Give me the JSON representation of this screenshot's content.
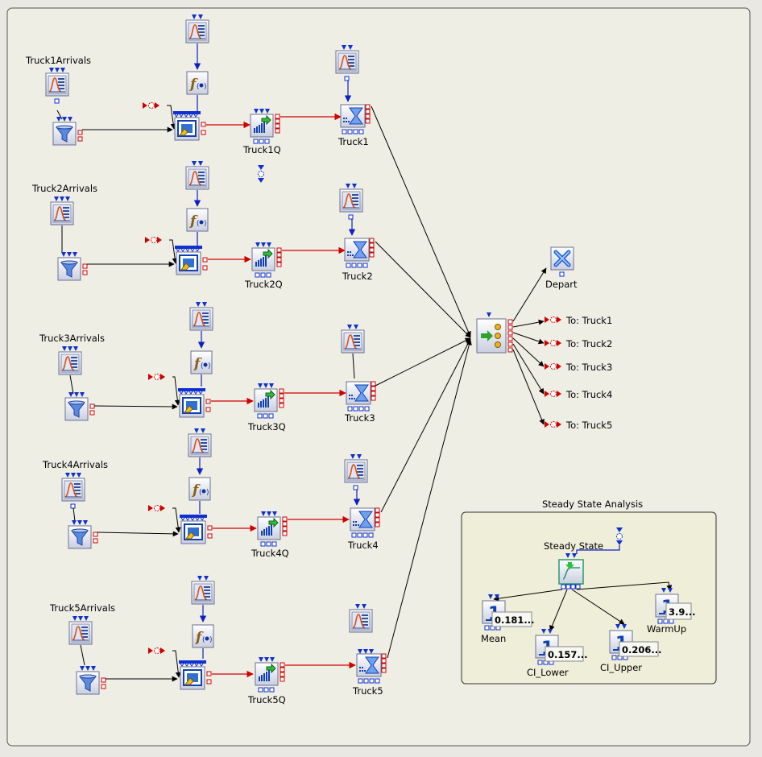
{
  "rows": [
    {
      "arrivals_label": "Truck1Arrivals",
      "queue_label": "Truck1Q",
      "activity_label": "Truck1"
    },
    {
      "arrivals_label": "Truck2Arrivals",
      "queue_label": "Truck2Q",
      "activity_label": "Truck2"
    },
    {
      "arrivals_label": "Truck3Arrivals",
      "queue_label": "Truck3Q",
      "activity_label": "Truck3"
    },
    {
      "arrivals_label": "Truck4Arrivals",
      "queue_label": "Truck4Q",
      "activity_label": "Truck4"
    },
    {
      "arrivals_label": "Truck5Arrivals",
      "queue_label": "Truck5Q",
      "activity_label": "Truck5"
    }
  ],
  "depart_label": "Depart",
  "route_labels": [
    "To: Truck1",
    "To: Truck2",
    "To: Truck3",
    "To: Truck4",
    "To: Truck5"
  ],
  "analysis": {
    "title": "Steady State Analysis",
    "steady_state_label": "Steady State",
    "outputs": [
      {
        "label": "Mean",
        "value": "0.181..."
      },
      {
        "label": "CI_Lower",
        "value": "0.157..."
      },
      {
        "label": "CI_Upper",
        "value": "0.206..."
      },
      {
        "label": "WarmUp",
        "value": "3.9..."
      }
    ]
  },
  "colors": {
    "background": "#e9e8e2",
    "connector_red": "#d00000",
    "connector_blue": "#1020c0",
    "panel": "#efeed8"
  }
}
